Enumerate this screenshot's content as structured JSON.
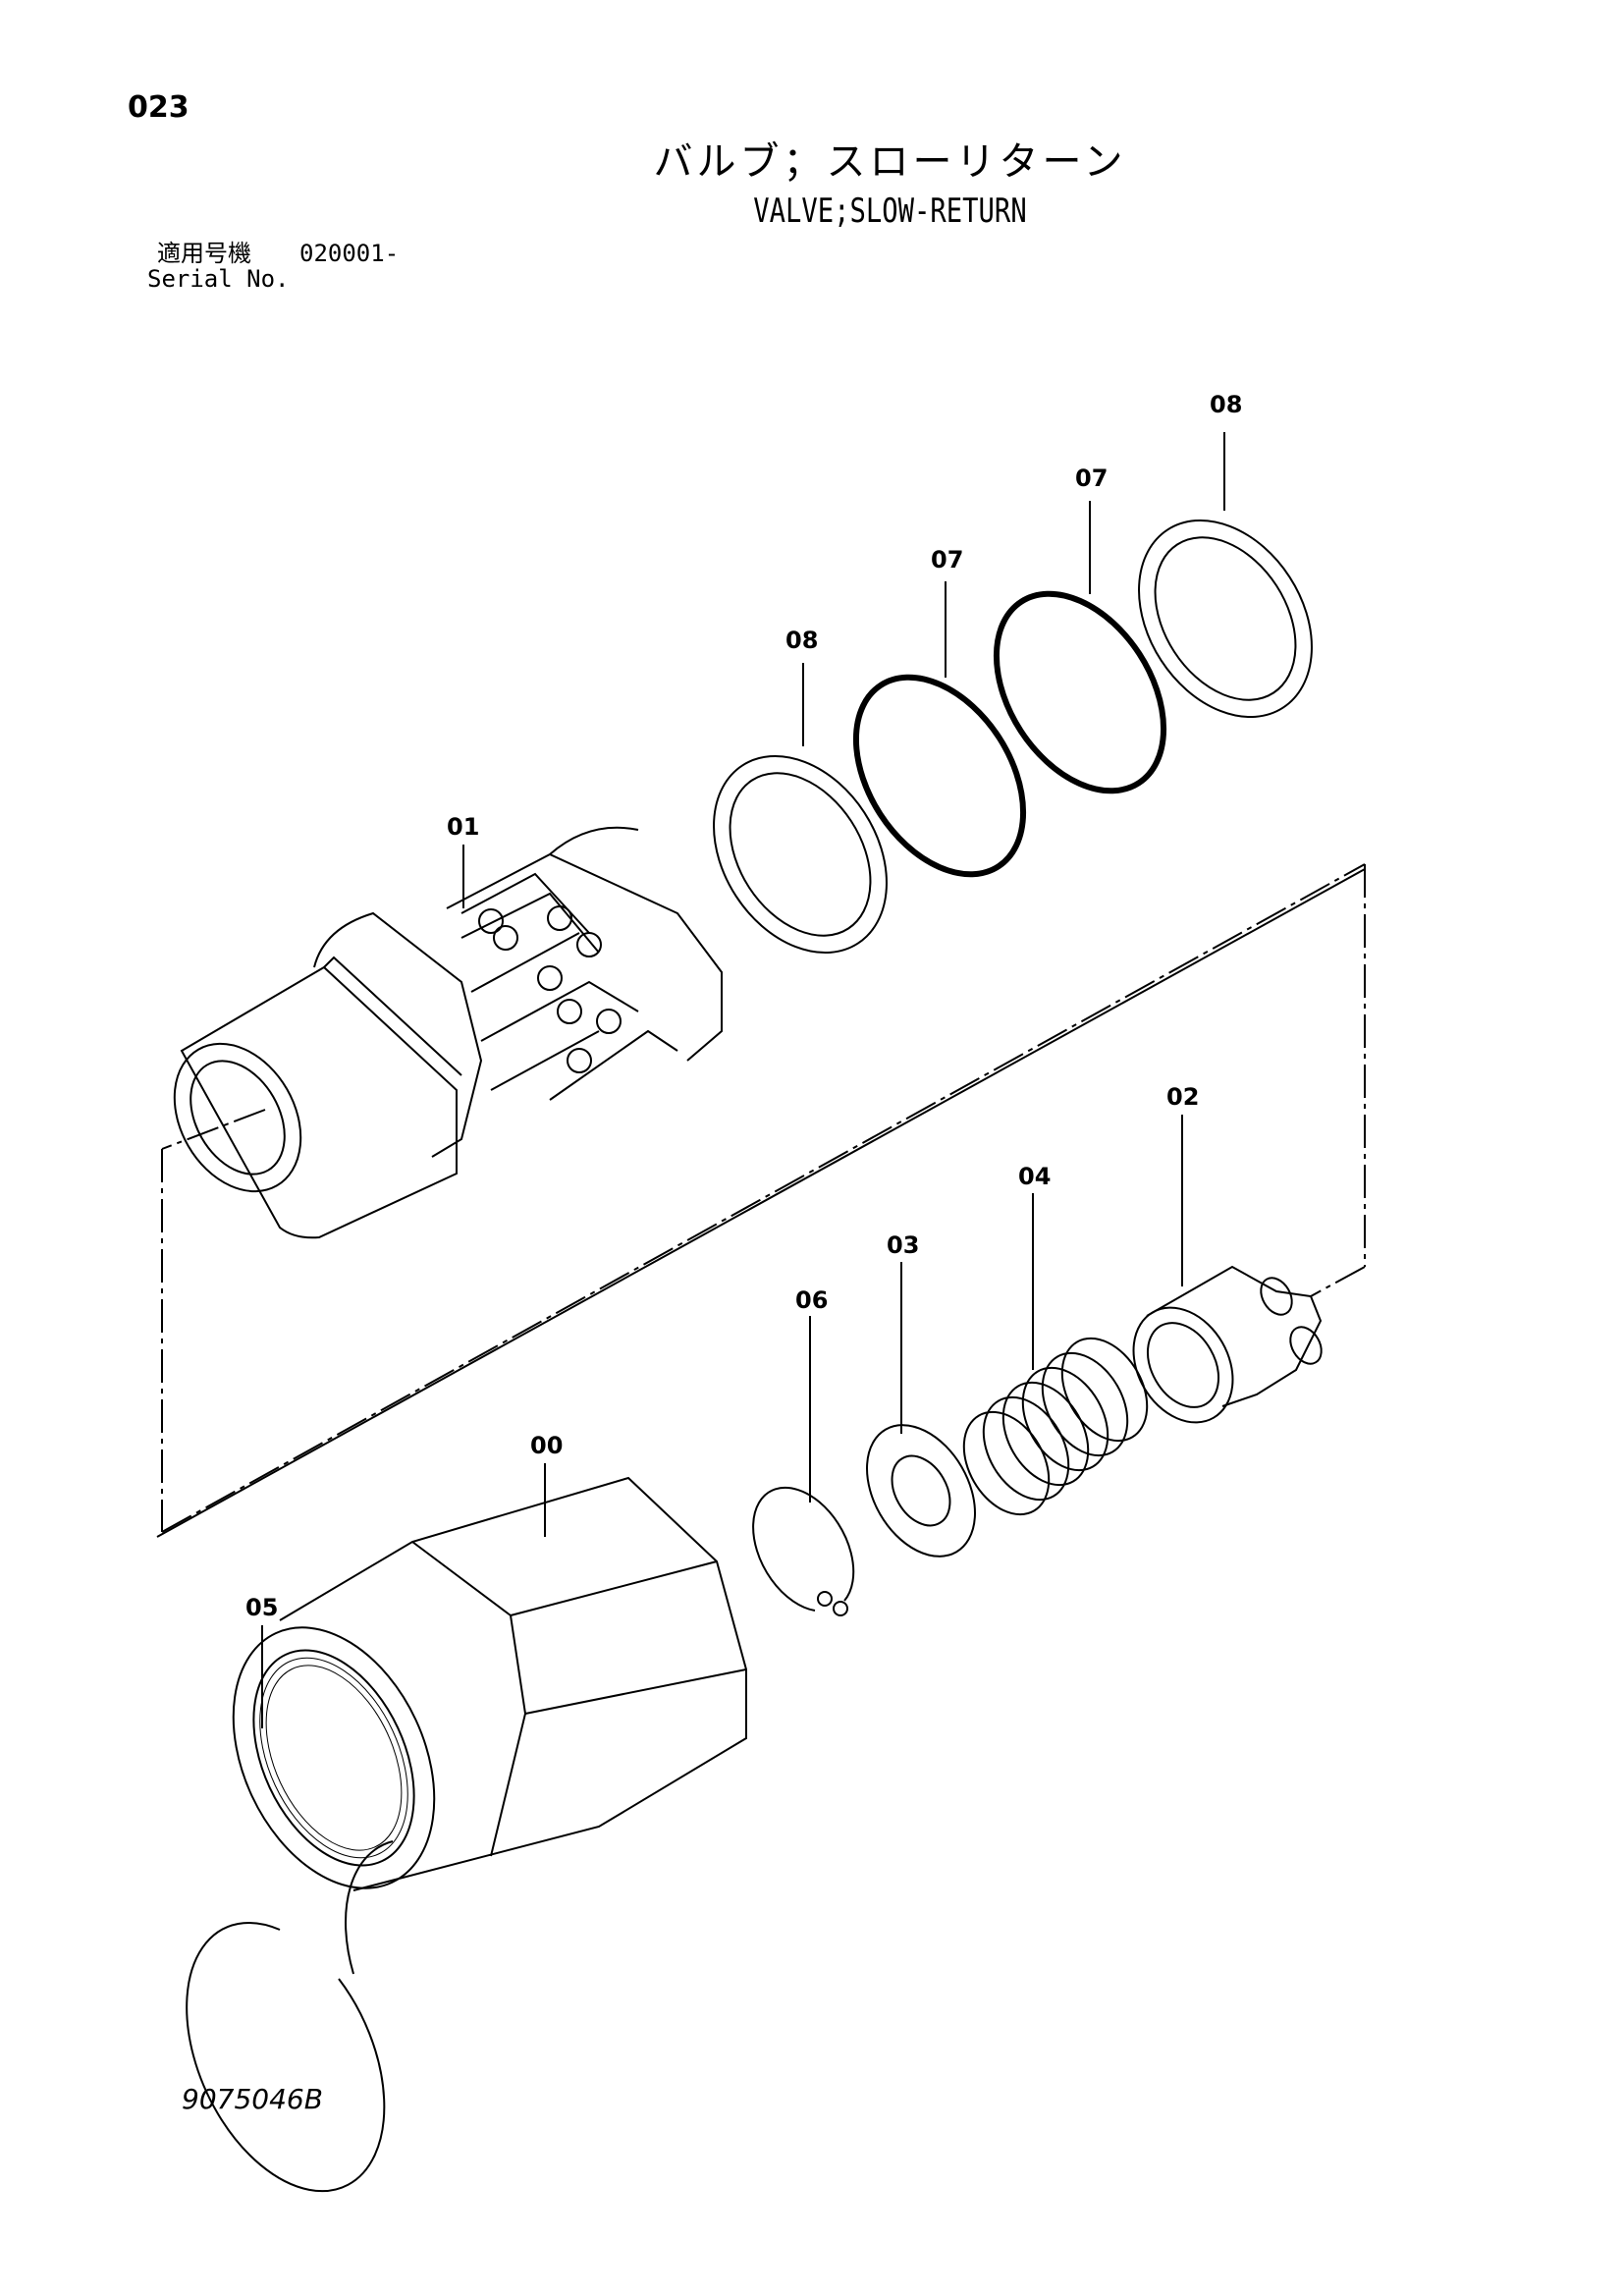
{
  "page": {
    "number": "023",
    "title_jp": "バルブ；スローリターン",
    "title_en": "VALVE;SLOW-RETURN",
    "serial_label_jp": "適用号機",
    "serial_value": "020001-",
    "serial_label_en": "Serial No.",
    "drawing_number": "9075046B"
  },
  "parts": {
    "p00": "00",
    "p01": "01",
    "p02": "02",
    "p03": "03",
    "p04": "04",
    "p05": "05",
    "p06": "06",
    "p07a": "07",
    "p07b": "07",
    "p08a": "08",
    "p08b": "08"
  }
}
